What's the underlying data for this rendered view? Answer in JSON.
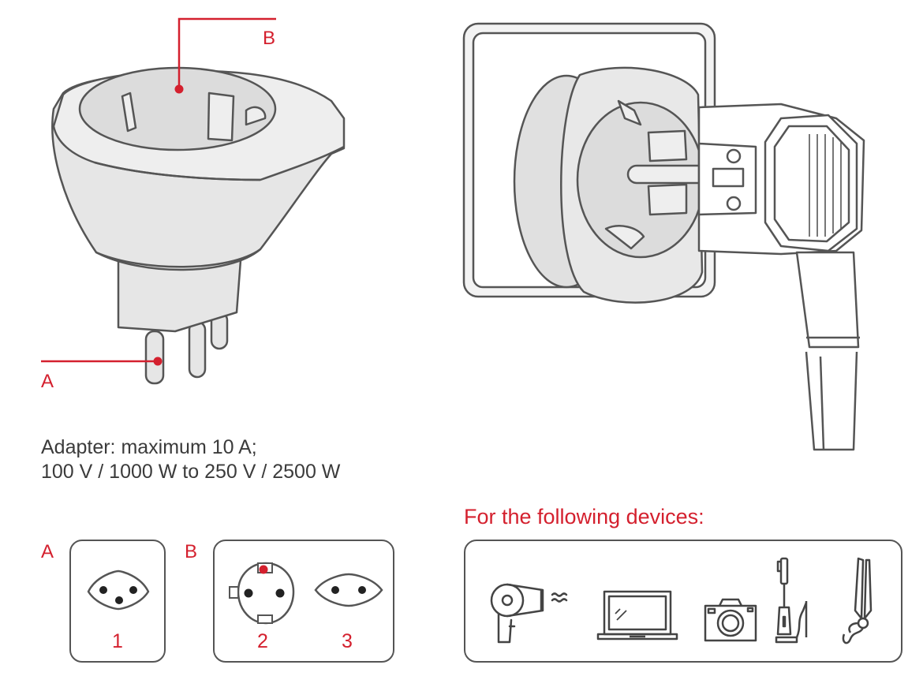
{
  "labels": {
    "a": "A",
    "b": "B"
  },
  "specs": {
    "line1": "Adapter: maximum 10 A;",
    "line2": "100 V / 1000 W to 250 V / 2500 W"
  },
  "devices": {
    "title": "For the following devices:",
    "icons": [
      "hair-dryer-icon",
      "laptop-icon",
      "camera-icon",
      "electric-toothbrush-icon",
      "hair-straightener-icon"
    ]
  },
  "plug_types": {
    "a_label": "A",
    "b_label": "B",
    "items": [
      {
        "number": "1",
        "icon": "type-j-socket-icon"
      },
      {
        "number": "2",
        "icon": "schuko-socket-icon"
      },
      {
        "number": "3",
        "icon": "europlug-socket-icon"
      }
    ]
  },
  "colors": {
    "accent": "#d4202e",
    "line": "#555555",
    "fill": "#e6e6e6"
  }
}
